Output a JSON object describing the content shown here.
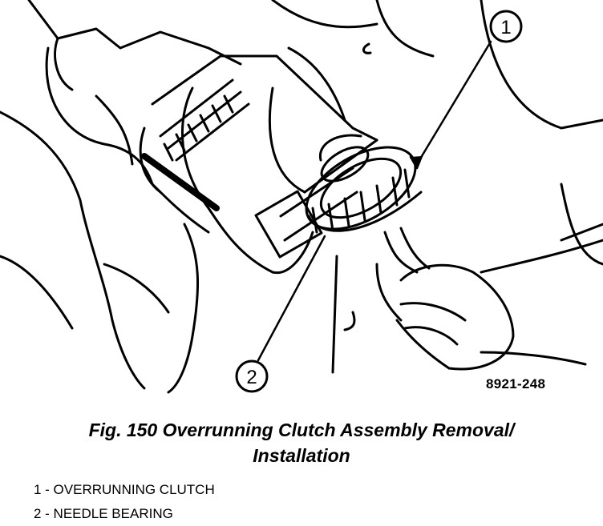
{
  "figure": {
    "callouts": [
      {
        "number": "1"
      },
      {
        "number": "2"
      }
    ],
    "figure_id": "8921-248",
    "caption_line1": "Fig. 150 Overrunning Clutch Assembly Removal/",
    "caption_line2": "Installation",
    "legend": [
      {
        "text": "1 - OVERRUNNING CLUTCH"
      },
      {
        "text": "2 - NEEDLE BEARING"
      }
    ]
  }
}
